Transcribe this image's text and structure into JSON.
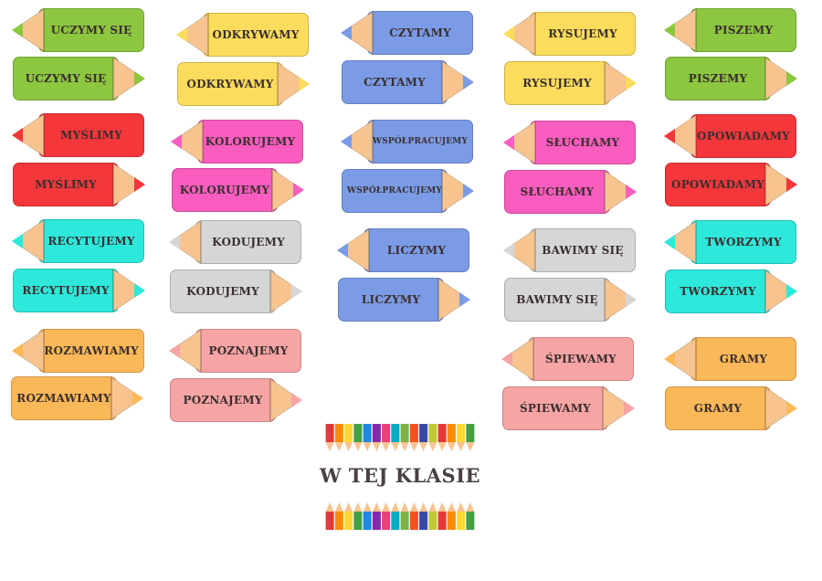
{
  "title": "W TEJ KLASIE",
  "colors": {
    "wood": "#f7c38f",
    "green": "#8dc63f",
    "yellow": "#fcdc5c",
    "blue": "#7b9be6",
    "red": "#f4373a",
    "pink": "#f95dbf",
    "cyan": "#2ee8dc",
    "gray": "#d6d6d6",
    "orange": "#fbb858",
    "salmon": "#f6a4a4"
  },
  "pencils": [
    {
      "text": "UCZYMY SIĘ",
      "color": "green",
      "dir": "left"
    },
    {
      "text": "UCZYMY SIĘ",
      "color": "green",
      "dir": "right"
    },
    {
      "text": "MYŚLIMY",
      "color": "red",
      "dir": "left"
    },
    {
      "text": "MYŚLIMY",
      "color": "red",
      "dir": "right"
    },
    {
      "text": "RECYTUJEMY",
      "color": "cyan",
      "dir": "left"
    },
    {
      "text": "RECYTUJEMY",
      "color": "cyan",
      "dir": "right"
    },
    {
      "text": "ROZMAWIAMY",
      "color": "orange",
      "dir": "left"
    },
    {
      "text": "ROZMAWIAMY",
      "color": "orange",
      "dir": "right"
    },
    {
      "text": "ODKRYWAMY",
      "color": "yellow",
      "dir": "left"
    },
    {
      "text": "ODKRYWAMY",
      "color": "yellow",
      "dir": "right"
    },
    {
      "text": "KOLORUJEMY",
      "color": "pink",
      "dir": "left"
    },
    {
      "text": "KOLORUJEMY",
      "color": "pink",
      "dir": "right"
    },
    {
      "text": "KODUJEMY",
      "color": "gray",
      "dir": "left"
    },
    {
      "text": "KODUJEMY",
      "color": "gray",
      "dir": "right"
    },
    {
      "text": "POZNAJEMY",
      "color": "salmon",
      "dir": "left"
    },
    {
      "text": "POZNAJEMY",
      "color": "salmon",
      "dir": "right"
    },
    {
      "text": "CZYTAMY",
      "color": "blue",
      "dir": "left"
    },
    {
      "text": "CZYTAMY",
      "color": "blue",
      "dir": "right"
    },
    {
      "text": "WSPÓŁPRACUJEMY",
      "color": "blue",
      "dir": "left"
    },
    {
      "text": "WSPÓŁPRACUJEMY",
      "color": "blue",
      "dir": "right"
    },
    {
      "text": "LICZYMY",
      "color": "blue",
      "dir": "left"
    },
    {
      "text": "LICZYMY",
      "color": "blue",
      "dir": "right"
    },
    {
      "text": "RYSUJEMY",
      "color": "yellow",
      "dir": "left"
    },
    {
      "text": "RYSUJEMY",
      "color": "yellow",
      "dir": "right"
    },
    {
      "text": "SŁUCHAMY",
      "color": "pink",
      "dir": "left"
    },
    {
      "text": "SŁUCHAMY",
      "color": "pink",
      "dir": "right"
    },
    {
      "text": "BAWIMY SIĘ",
      "color": "gray",
      "dir": "left"
    },
    {
      "text": "BAWIMY SIĘ",
      "color": "gray",
      "dir": "right"
    },
    {
      "text": "ŚPIEWAMY",
      "color": "salmon",
      "dir": "left"
    },
    {
      "text": "ŚPIEWAMY",
      "color": "salmon",
      "dir": "right"
    },
    {
      "text": "PISZEMY",
      "color": "green",
      "dir": "left"
    },
    {
      "text": "PISZEMY",
      "color": "green",
      "dir": "right"
    },
    {
      "text": "OPOWIADAMY",
      "color": "red",
      "dir": "left"
    },
    {
      "text": "OPOWIADAMY",
      "color": "red",
      "dir": "right"
    },
    {
      "text": "TWORZYMY",
      "color": "cyan",
      "dir": "left"
    },
    {
      "text": "TWORZYMY",
      "color": "cyan",
      "dir": "right"
    },
    {
      "text": "GRAMY",
      "color": "orange",
      "dir": "left"
    },
    {
      "text": "GRAMY",
      "color": "orange",
      "dir": "right"
    }
  ],
  "banner_colors": [
    "#e53935",
    "#fb8c00",
    "#fdd835",
    "#43a047",
    "#1e88e5",
    "#8e24aa",
    "#ec407a",
    "#00acc1",
    "#7cb342",
    "#f4511e",
    "#3949ab",
    "#c0ca33"
  ]
}
